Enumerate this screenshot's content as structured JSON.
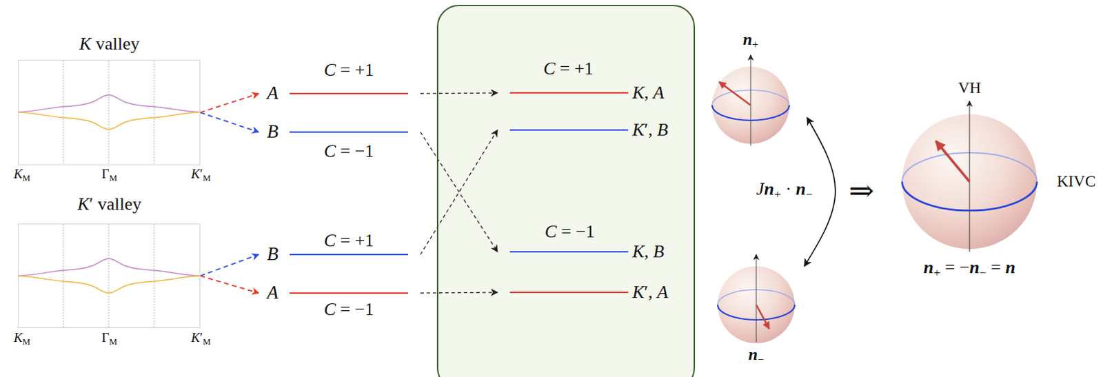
{
  "diagram": {
    "nodes": [
      {
        "text": [
          "K valley",
          "KM",
          "ΓM",
          "K′M"
        ]
      },
      {
        "text": [
          "K′ valley",
          "KM",
          "ΓM",
          "K′M"
        ]
      },
      {
        "text": [
          "A",
          "C = +1"
        ]
      },
      {
        "text": [
          "B",
          "C = −1"
        ]
      },
      {
        "text": [
          "B",
          "C = +1"
        ]
      },
      {
        "text": [
          "A",
          "C = −1"
        ]
      },
      {
        "text": [
          "C = +1",
          "C = −1"
        ]
      },
      {
        "text": [
          "K, A"
        ],
        "in": 6
      },
      {
        "text": [
          "K′, B"
        ],
        "in": 6
      },
      {
        "text": [
          "K, B"
        ],
        "in": 6
      },
      {
        "text": [
          "K′, A"
        ],
        "in": 6
      },
      {
        "text": [
          "n+"
        ]
      },
      {
        "text": [
          "n−"
        ]
      },
      {
        "text": [
          "VH",
          "KIVC",
          "n+ = −n− = n"
        ]
      }
    ],
    "edges": [
      {
        "from": 0,
        "to": 2,
        "arrow": "to"
      },
      {
        "from": 0,
        "to": 3,
        "arrow": "to"
      },
      {
        "from": 1,
        "to": 4,
        "arrow": "to"
      },
      {
        "from": 1,
        "to": 5,
        "arrow": "to"
      },
      {
        "from": 2,
        "to": 7,
        "arrow": "to"
      },
      {
        "from": 3,
        "to": 9,
        "arrow": "to"
      },
      {
        "from": 4,
        "to": 8,
        "arrow": "to"
      },
      {
        "from": 5,
        "to": 10,
        "arrow": "to"
      },
      {
        "from": 11,
        "to": 12,
        "arrow": "both",
        "label": "Jn+ · n−"
      }
    ],
    "labels": [
      "⇒"
    ]
  }
}
